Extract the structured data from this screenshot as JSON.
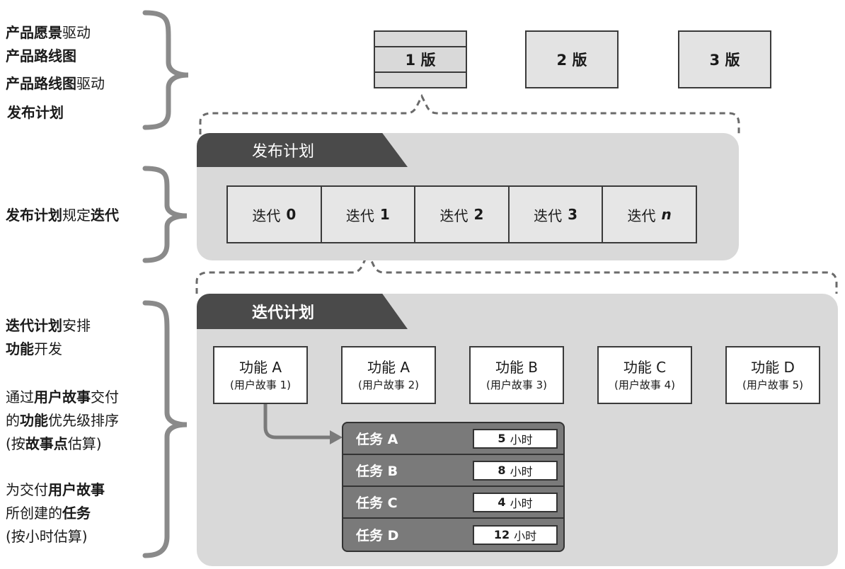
{
  "notes": {
    "a1_b": "产品愿景",
    "a1_r": "驱动",
    "a2_b": "产品路线图",
    "a3_b": "产品路线图",
    "a3_r": "驱动",
    "a4_b": "发布计划",
    "b1_b": "发布计划",
    "b1_r": "规定",
    "b1_b2": "迭代",
    "c1_b": "迭代计划",
    "c1_r": "安排",
    "c2_b": "功能",
    "c2_r": "开发",
    "d1_r": "通过",
    "d1_b": "用户故事",
    "d1_r2": "交付",
    "d2_r": "的",
    "d2_b": "功能",
    "d2_r2": "优先级排序",
    "d3_r": "(按",
    "d3_b": "故事点",
    "d3_r2": "估算)",
    "e1_r": "为交付",
    "e1_b": "用户故事",
    "e2_r": "所创建的",
    "e2_b": "任务",
    "e3_r": "(按小时估算)"
  },
  "releases": [
    "1 版",
    "2 版",
    "3 版"
  ],
  "release_panel_title": "发布计划",
  "iterations": [
    {
      "label": "迭代",
      "num": "0"
    },
    {
      "label": "迭代",
      "num": "1"
    },
    {
      "label": "迭代",
      "num": "2"
    },
    {
      "label": "迭代",
      "num": "3"
    },
    {
      "label": "迭代",
      "num": "n"
    }
  ],
  "iteration_panel_title": "迭代计划",
  "features": [
    {
      "name": "功能 A",
      "story": "(用户故事 1)"
    },
    {
      "name": "功能 A",
      "story": "(用户故事 2)"
    },
    {
      "name": "功能 B",
      "story": "(用户故事 3)"
    },
    {
      "name": "功能 C",
      "story": "(用户故事 4)"
    },
    {
      "name": "功能 D",
      "story": "(用户故事 5)"
    }
  ],
  "tasks": [
    {
      "label": "任务 A",
      "hours": "5",
      "unit": "小时"
    },
    {
      "label": "任务 B",
      "hours": "8",
      "unit": "小时"
    },
    {
      "label": "任务 C",
      "hours": "4",
      "unit": "小时"
    },
    {
      "label": "任务 D",
      "hours": "12",
      "unit": "小时"
    }
  ],
  "colors": {
    "panel": "#d9d9d9",
    "tab": "#4a4a4a",
    "task_bg": "#7a7a7a",
    "brace": "#8a8a8a"
  }
}
